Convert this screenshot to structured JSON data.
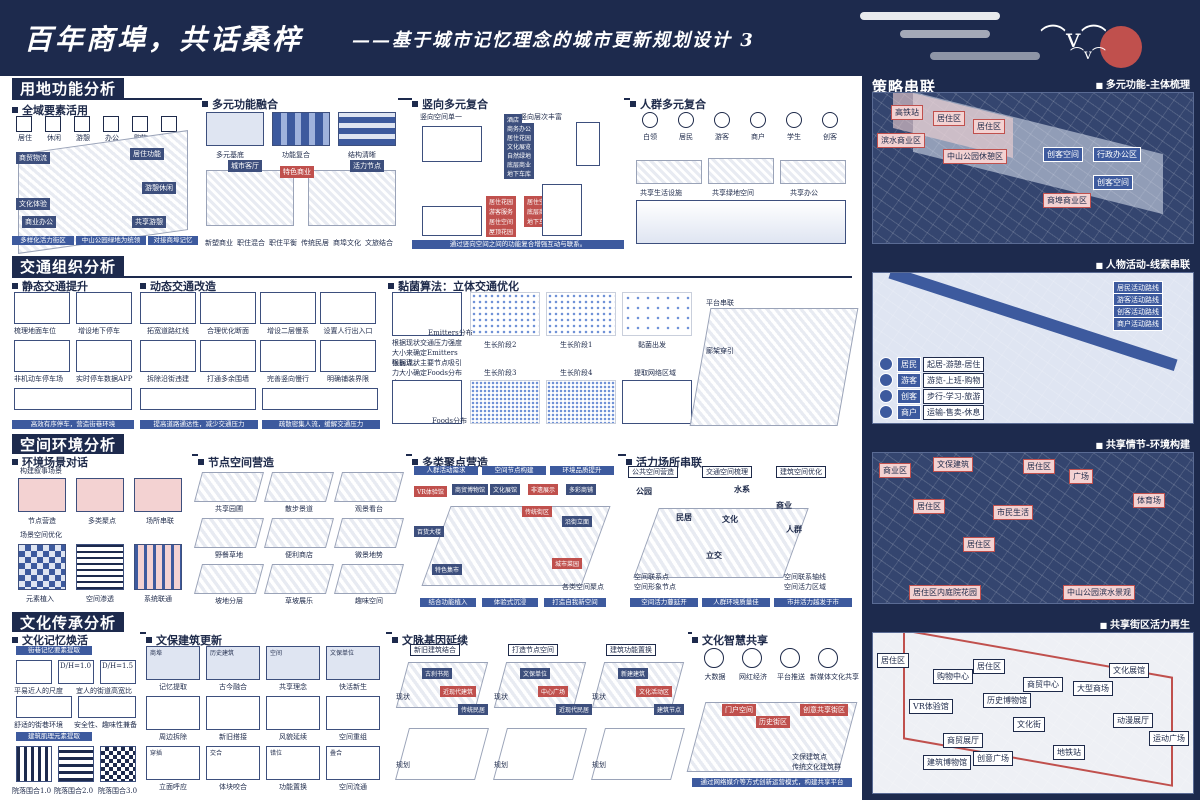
{
  "banner": {
    "title": "百年商埠，共话桑梓",
    "subtitle": "——基于城市记忆理念的城市更新规划设计 3"
  },
  "colors": {
    "navy": "#1d2a4d",
    "accent_red": "#c0504d",
    "blue": "#3d5a9e"
  },
  "sections": {
    "land_use": {
      "title": "用地功能分析",
      "p1": {
        "title": "全域要素活用",
        "icons": [
          "居住",
          "休闲",
          "游憩",
          "办公",
          "购物",
          "文化体验"
        ],
        "tags": [
          "商贸物流",
          "居住功能",
          "游憩休闲",
          "文化体验",
          "商业办公",
          "共享游憩"
        ],
        "bottom": [
          "多样化活力街区",
          "中山公园绿地为统领",
          "对接商埠记忆"
        ]
      },
      "p2": {
        "title": "多元功能融合",
        "labels": [
          "多元基底",
          "功能复合",
          "结构清晰"
        ],
        "tags": [
          "城市客厅",
          "特色商业",
          "活力节点"
        ],
        "bottom": [
          "新塑商业",
          "职住混合",
          "职住平衡",
          "传统民居",
          "商埠文化",
          "文旅结合"
        ]
      },
      "p3": {
        "title": "竖向多元复合",
        "sub": [
          "竖向空间单一",
          "竖向层次丰富"
        ],
        "stack1": [
          "酒店",
          "商务办公",
          "居住花园",
          "文化展览",
          "自然绿地",
          "底层商业",
          "地下车库"
        ],
        "stack2": [
          "居住花园",
          "游客服务",
          "居住空间",
          "屋顶花园",
          "居住空间",
          "底层商业",
          "地下车库"
        ],
        "bottom": "通过竖向空间之间的功能复合增强互动与联系。"
      },
      "p4": {
        "title": "人群多元复合",
        "people": [
          "白领",
          "居民",
          "游客",
          "商户",
          "学生",
          "创客"
        ],
        "labels": [
          "共享生活设施",
          "共享绿地空间",
          "共享办公"
        ]
      }
    },
    "traffic": {
      "title": "交通组织分析",
      "p1": {
        "title": "静态交通提升",
        "labels": [
          "梳理地面车位",
          "增设地下停车",
          "非机动车停车场",
          "实时停车数据APP"
        ],
        "bottom": [
          "高效有序停车，营造街巷环境"
        ]
      },
      "p2": {
        "title": "动态交通改造",
        "labels": [
          "拓宽道路红线",
          "合理优化断面",
          "增设二层慢系",
          "设置人行出入口",
          "拆除沿街违建",
          "打通多余围墙",
          "完善竖向慢行",
          "明确铺装界限"
        ],
        "bottom": [
          "提高道路通达性，减少交通压力",
          "疏散密集人流，缓解交通压力"
        ]
      },
      "p3": {
        "title": "黏菌算法：立体交通优化",
        "steps": [
          "Emitters分布",
          "生长阶段2",
          "生长阶段1",
          "黏菌出发",
          "生长阶段3",
          "生长阶段4",
          "提取网络区域",
          "Foods分布"
        ],
        "notes": [
          "根据现状交通压力强度大小来确定Emitters强弱点。",
          "根据现状主要节点吸引力大小确定Foods分布点。"
        ],
        "right": [
          "平台串联",
          "廊架穿引"
        ]
      }
    },
    "space": {
      "title": "空间环境分析",
      "p1": {
        "title": "环境场景对话",
        "sub": [
          "构建叙事场景",
          "场景空间优化"
        ],
        "labels": [
          "节点营造",
          "多类聚点",
          "场所串联",
          "元素植入",
          "空间渗透",
          "系统联通"
        ]
      },
      "p2": {
        "title": "节点空间营造",
        "labels": [
          "共享园圃",
          "散步景道",
          "观景看台",
          "野餐草地",
          "便利商店",
          "微景地势",
          "坡地分层",
          "草坡展乐",
          "趣味空间"
        ]
      },
      "p3": {
        "title": "多类聚点营造",
        "tags": [
          "人群活动需求",
          "空间节点构建",
          "环境品质提升"
        ],
        "items": [
          "VR体验馆",
          "商贸博物馆",
          "文化展馆",
          "非遗展示",
          "多彩商铺",
          "百货大楼",
          "传统街区",
          "沿街立面",
          "特色集市",
          "城市菜园"
        ],
        "bottom": [
          "结合功能植入",
          "体验式沉浸",
          "打造自我新空间"
        ],
        "legend": "各类空间聚点"
      },
      "p4": {
        "title": "活力场所串联",
        "tags": [
          "公共空间营造",
          "交通空间梳理",
          "建筑空间优化"
        ],
        "map_labels": [
          "公园",
          "水系",
          "商业",
          "民居",
          "人群",
          "文化",
          "立交"
        ],
        "bottom": [
          "空间活力蔓延开",
          "人群环境质量佳",
          "市井活力越发于市"
        ],
        "legend": [
          "空间联系轴线",
          "空间活力区域",
          "空间联系点",
          "空间形象节点"
        ]
      }
    },
    "culture": {
      "title": "文化传承分析",
      "p1": {
        "title": "文化记忆焕活",
        "sub": [
          "街巷记忆要素提取",
          "建筑肌理元素提取"
        ],
        "labels": [
          "平易近人的尺度",
          "宜人的街道高宽比",
          "舒适的街巷环境",
          "安全性、趣味性兼备"
        ],
        "ratios": [
          "D/H=1.0",
          "D/H=1.5"
        ],
        "bottom": [
          "院落围合1.0",
          "院落围合2.0",
          "院落围合3.0"
        ]
      },
      "p2": {
        "title": "文保建筑更新",
        "labels": [
          "记忆提取",
          "古今融合",
          "共享理念",
          "快活新生",
          "周边拆除",
          "新旧搭接",
          "风貌延续",
          "空间重组",
          "立面呼应",
          "体块咬合",
          "功能置换",
          "空间流通"
        ],
        "mini": [
          "商埠",
          "历史建筑",
          "空间",
          "文保单位",
          "穿插",
          "交合",
          "错位",
          "叠合"
        ]
      },
      "p3": {
        "title": "文脉基因延续",
        "tags": [
          "新旧建筑结合",
          "打造节点空间",
          "建筑功能置换"
        ],
        "labels": [
          "现状",
          "规划"
        ],
        "inner": [
          "古刹书苑",
          "近现代建筑",
          "传统民居",
          "文保单位",
          "中心广场",
          "近现代民居",
          "新建建筑",
          "文化活动区",
          "建筑节点"
        ]
      },
      "p4": {
        "title": "文化智慧共享",
        "icons": [
          "大数据",
          "网红经济",
          "平台推送",
          "新媒体文化共享"
        ],
        "tags": [
          "门户空间",
          "历史街区",
          "创意共享街区"
        ],
        "legend": [
          "文保建筑点",
          "传统文化建筑群"
        ],
        "bottom": "通过网络媒介等方式创新运营模式，构建共享平台"
      }
    }
  },
  "strategy": {
    "title": "策略串联",
    "panels": [
      {
        "title": "多元功能-主体梳理",
        "tags": [
          "高铁站",
          "居住区",
          "居住区",
          "中山公园休憩区",
          "滨水商业区",
          "创客空间",
          "行政办公区",
          "商埠商业区",
          "创客空间"
        ]
      },
      {
        "title": "人物活动-线索串联",
        "legend_people": [
          "居民",
          "游客",
          "创客",
          "商户"
        ],
        "legend_routes": [
          "起居-游憩-居住",
          "游览-上班-购物",
          "步行-学习-旅游",
          "运输-售卖-休息"
        ],
        "legend_lines": [
          "居民活动路线",
          "游客活动路线",
          "创客活动路线",
          "商户活动路线"
        ]
      },
      {
        "title": "共享情节-环境构建",
        "tags": [
          "商业区",
          "文保建筑",
          "居住区",
          "广场",
          "居住区",
          "市民生活",
          "体育场",
          "居住区",
          "居住区内庭院花园",
          "中山公园滨水景观"
        ]
      },
      {
        "title": "共享街区活力再生",
        "tags": [
          "居住区",
          "VR体验馆",
          "购物中心",
          "居住区",
          "历史博物馆",
          "商贸中心",
          "大型商场",
          "文化展馆",
          "动漫展厅",
          "文化街",
          "商贸展厅",
          "建筑博物馆",
          "创意广场",
          "地铁站",
          "运动广场"
        ]
      }
    ]
  }
}
